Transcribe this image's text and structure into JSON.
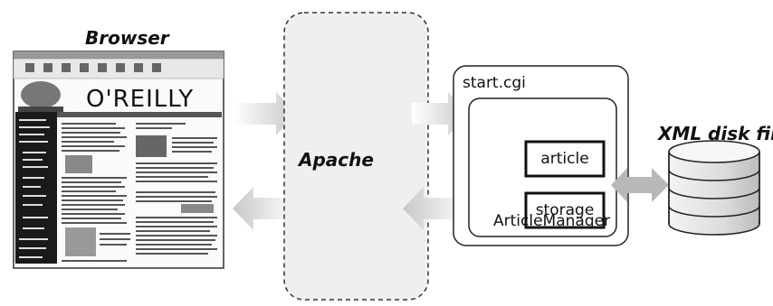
{
  "labels": {
    "browser": "Browser",
    "apache": "Apache",
    "xml_disk_files": "XML disk files",
    "start_cgi": "start.cgi",
    "article_manager": "ArticleManager",
    "article": "article",
    "storage": "storage"
  },
  "browser_screenshot": {
    "brand": "O'REILLY"
  },
  "colors": {
    "arrow": "#d0d0d0",
    "apache_fill": "#efefef",
    "box_stroke": "#222222"
  }
}
